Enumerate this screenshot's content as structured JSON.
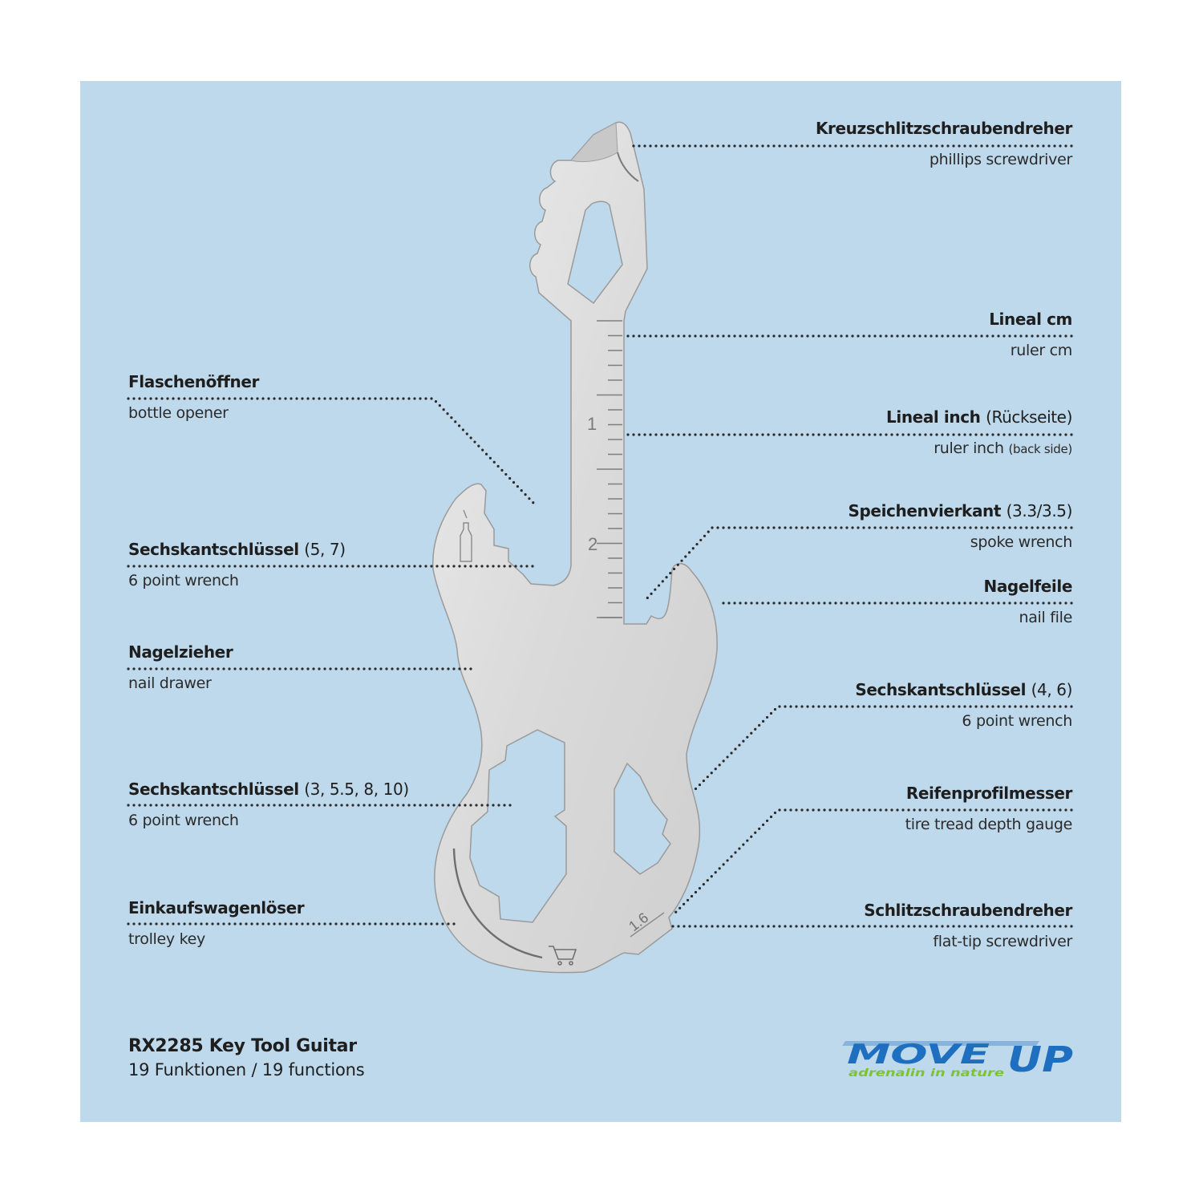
{
  "labels": {
    "phillips": {
      "de": "Kreuzschlitzschraubendreher",
      "de_extra": "",
      "en": "phillips screwdriver",
      "en_extra": ""
    },
    "ruler_cm": {
      "de": "Lineal cm",
      "de_extra": "",
      "en": "ruler cm",
      "en_extra": ""
    },
    "ruler_inch": {
      "de": "Lineal inch",
      "de_extra": "(Rückseite)",
      "en": "ruler inch",
      "en_extra": "(back side)"
    },
    "spoke": {
      "de": "Speichenvierkant",
      "de_extra": "(3.3/3.5)",
      "en": "spoke wrench",
      "en_extra": ""
    },
    "nailfile": {
      "de": "Nagelfeile",
      "de_extra": "",
      "en": "nail file",
      "en_extra": ""
    },
    "wrench46": {
      "de": "Sechskantschlüssel",
      "de_extra": "(4, 6)",
      "en": "6 point wrench",
      "en_extra": ""
    },
    "tire": {
      "de": "Reifenprofilmesser",
      "de_extra": "",
      "en": "tire tread depth gauge",
      "en_extra": ""
    },
    "flat": {
      "de": "Schlitzschraubendreher",
      "de_extra": "",
      "en": "flat-tip screwdriver",
      "en_extra": ""
    },
    "bottle": {
      "de": "Flaschenöffner",
      "de_extra": "",
      "en": "bottle opener",
      "en_extra": ""
    },
    "wrench57": {
      "de": "Sechskantschlüssel",
      "de_extra": "(5, 7)",
      "en": "6 point wrench",
      "en_extra": ""
    },
    "nail_drawer": {
      "de": "Nagelzieher",
      "de_extra": "",
      "en": "nail drawer",
      "en_extra": ""
    },
    "wrench_big": {
      "de": "Sechskantschlüssel",
      "de_extra": "(3, 5.5, 8, 10)",
      "en": "6 point wrench",
      "en_extra": ""
    },
    "trolley": {
      "de": "Einkaufswagenlöser",
      "de_extra": "",
      "en": "trolley key",
      "en_extra": ""
    }
  },
  "tool_marks": {
    "ruler_1": "1",
    "ruler_2": "2",
    "gauge": "1.6"
  },
  "product": {
    "name": "RX2285 Key Tool Guitar",
    "subtitle": "19 Funktionen / 19 functions"
  },
  "logo": {
    "word_left": "MOVE",
    "word_right": "UP",
    "tagline": "adrenalin in nature"
  },
  "colors": {
    "background": "#bfd9ec",
    "metal": "#dedede",
    "logo_blue": "#1f6fc0",
    "logo_green": "#7ec23a"
  }
}
